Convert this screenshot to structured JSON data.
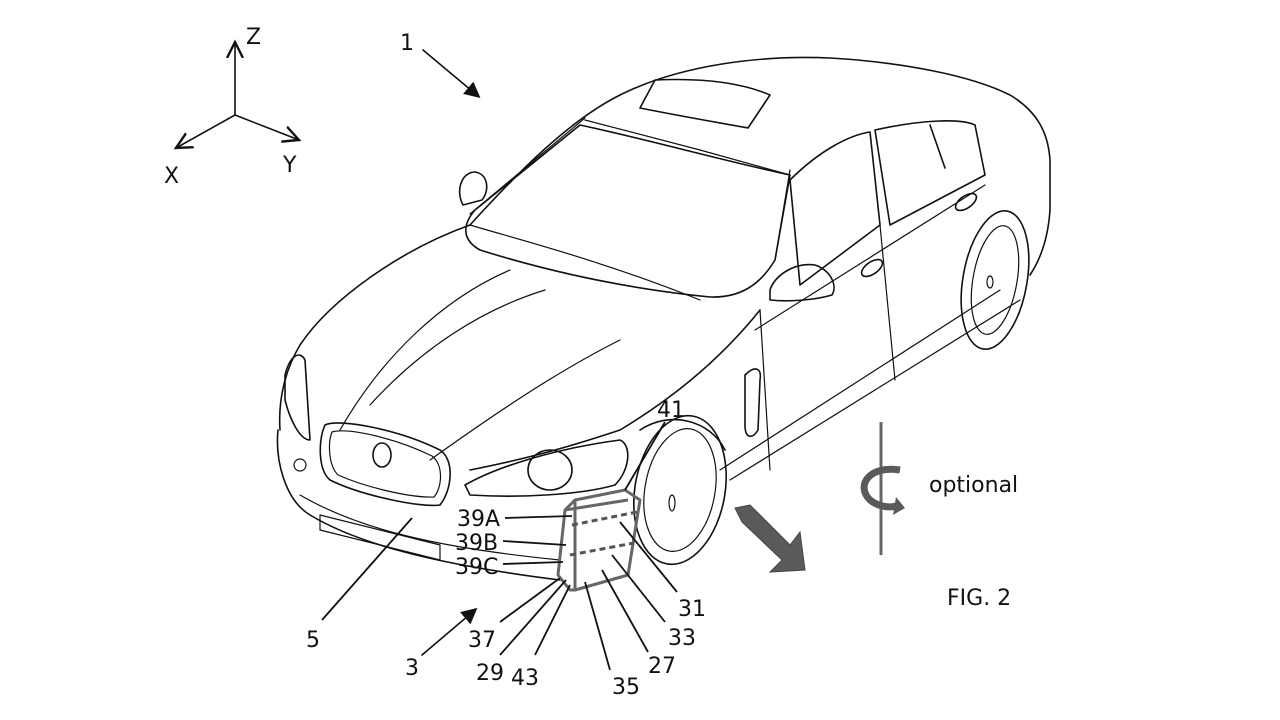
{
  "figure": {
    "title": "FIG. 2",
    "axes": {
      "z": "Z",
      "x": "X",
      "y": "Y"
    },
    "annotation_optional": "optional",
    "reference_numerals": {
      "vehicle": "1",
      "system": "3",
      "body": "5",
      "r41": "41",
      "r39a": "39A",
      "r39b": "39B",
      "r39c": "39C",
      "r31": "31",
      "r33": "33",
      "r27": "27",
      "r35": "35",
      "r43": "43",
      "r29": "29",
      "r37": "37"
    },
    "colors": {
      "line": "#111111",
      "module": "#666666",
      "arrow_fill": "#5a5a5a"
    }
  }
}
